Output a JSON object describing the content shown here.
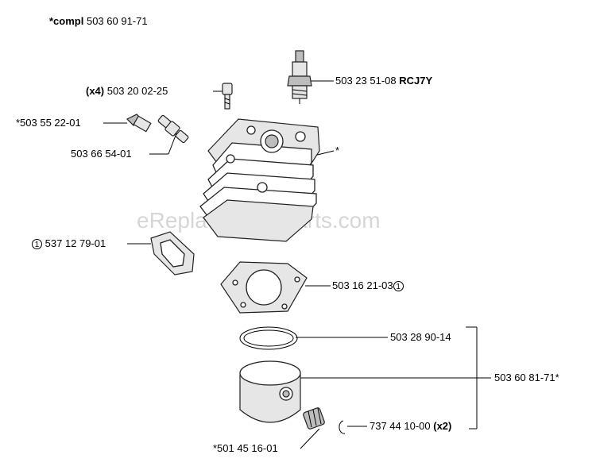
{
  "header": {
    "prefix": "*compl",
    "number": "503 60 91-71"
  },
  "parts": {
    "bolt": {
      "qty": "(x4)",
      "number": "503 20 02-25"
    },
    "spark_plug": {
      "number": "503 23 51-08",
      "suffix": "RCJ7Y"
    },
    "valve": {
      "number": "*503 55 22-01"
    },
    "adapter": {
      "number": "503 66 54-01"
    },
    "cylinder": {
      "number": "*"
    },
    "gasket_small": {
      "circle": "1",
      "number": "537 12 79-01"
    },
    "gasket_base": {
      "number": "503 16 21-03",
      "circle": "1"
    },
    "ring": {
      "number": "503 28 90-14"
    },
    "piston_kit": {
      "number": "503 60 81-71*"
    },
    "circlip": {
      "number": "737 44 10-00",
      "qty": "(x2)"
    },
    "bearing": {
      "number": "*501 45 16-01"
    }
  },
  "watermark": "eReplacementParts.com"
}
